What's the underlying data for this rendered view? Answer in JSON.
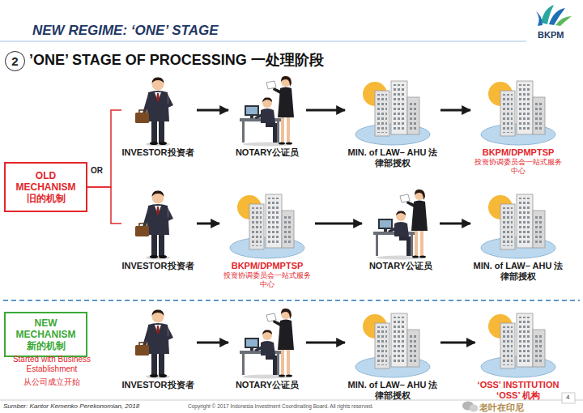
{
  "diagram": {
    "title": "NEW REGIME: ‘ONE’ STAGE",
    "nodes": [
      {
        "text": [
          "2"
        ]
      },
      {
        "text": [
          "INVESTOR投资者"
        ]
      },
      {
        "text": [
          "NOTARY公证员"
        ]
      },
      {
        "text": [
          "MIN. of LAW– AHU 法律部授权"
        ]
      },
      {
        "text": [
          "BKPM/DPMPTSP",
          "投资协调委员会一站式服务中心"
        ]
      },
      {
        "text": [
          "OLD MECHANISM 旧的机制"
        ]
      },
      {
        "text": [
          "INVESTOR投资者"
        ]
      },
      {
        "text": [
          "BKPM/DPMPTSP",
          "投资协调委员会一站式服务中心"
        ]
      },
      {
        "text": [
          "NOTARY公证员"
        ]
      },
      {
        "text": [
          "MIN. of LAW– AHU 法律部授权"
        ]
      },
      {
        "text": [
          "NEW MECHANISM新的机制"
        ]
      },
      {
        "text": [
          "INVESTOR投资者"
        ]
      },
      {
        "text": [
          "NOTARY公证员"
        ]
      },
      {
        "text": [
          "MIN. of LAW– AHU 法律部授权"
        ]
      },
      {
        "text": [
          "‘OSS’ INSTITUTION",
          "‘OSS’ 机构"
        ]
      }
    ],
    "edges": [
      {
        "from": 1,
        "to": 2,
        "arrow": "to"
      },
      {
        "from": 2,
        "to": 3,
        "arrow": "to"
      },
      {
        "from": 3,
        "to": 4,
        "arrow": "to"
      },
      {
        "from": 5,
        "to": 1,
        "arrow": "none"
      },
      {
        "from": 5,
        "to": 6,
        "arrow": "none"
      },
      {
        "from": 6,
        "to": 7,
        "arrow": "to"
      },
      {
        "from": 7,
        "to": 8,
        "arrow": "to"
      },
      {
        "from": 8,
        "to": 9,
        "arrow": "to"
      },
      {
        "from": 11,
        "to": 12,
        "arrow": "to"
      },
      {
        "from": 12,
        "to": 13,
        "arrow": "to"
      },
      {
        "from": 13,
        "to": 14,
        "arrow": "to"
      }
    ],
    "labels": [
      "’ONE’ STAGE OF PROCESSING 一处理阶段",
      "BKPM",
      "OR",
      "Started with Business Establishment",
      "从公司成立开始",
      "Sumber: Kantor Kemenko Perekonomian, 2018",
      "Copyright © 2017 Indonesia Investment Coordinating Board. All rights reserved.",
      "4",
      "老叶在印尼"
    ]
  }
}
